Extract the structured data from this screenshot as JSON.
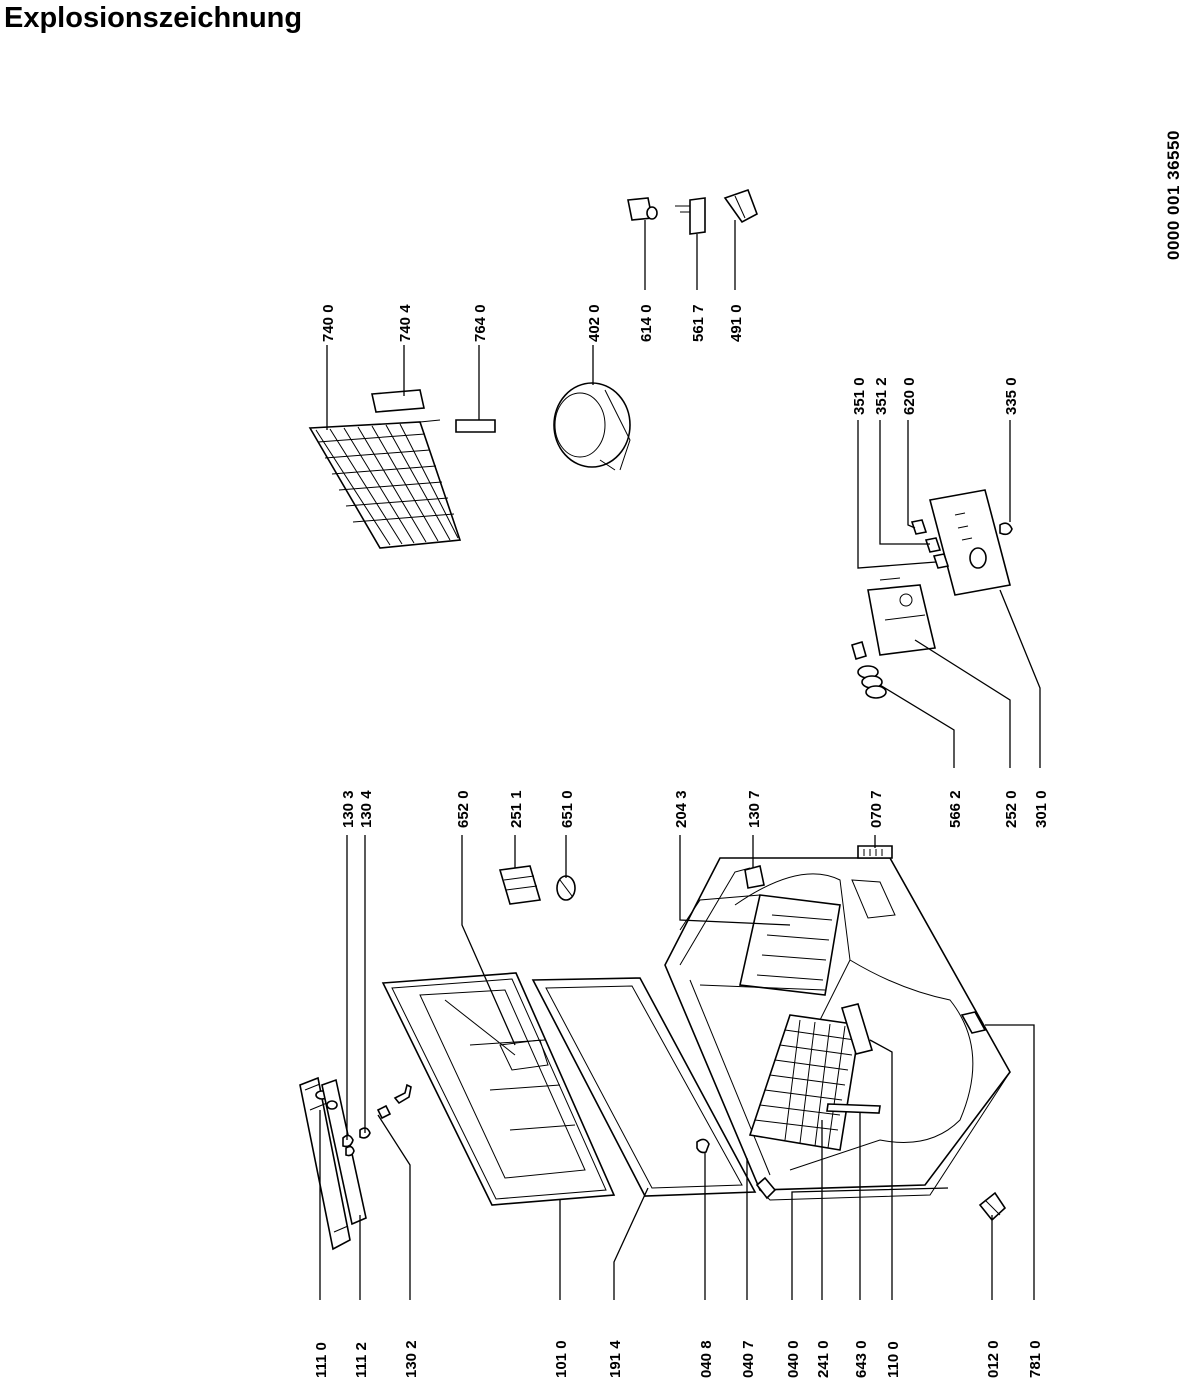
{
  "header": {
    "title": "Explosionszeichnung",
    "document_number": "0000 001 36550"
  },
  "parts": [
    {
      "id": "p-111-0",
      "label": "111 0"
    },
    {
      "id": "p-111-2",
      "label": "111 2"
    },
    {
      "id": "p-130-2",
      "label": "130 2"
    },
    {
      "id": "p-101-0",
      "label": "101 0"
    },
    {
      "id": "p-191-4",
      "label": "191 4"
    },
    {
      "id": "p-040-8",
      "label": "040 8"
    },
    {
      "id": "p-040-7",
      "label": "040 7"
    },
    {
      "id": "p-040-0",
      "label": "040 0"
    },
    {
      "id": "p-241-0",
      "label": "241 0"
    },
    {
      "id": "p-643-0",
      "label": "643 0"
    },
    {
      "id": "p-110-0",
      "label": "110 0"
    },
    {
      "id": "p-012-0",
      "label": "012 0"
    },
    {
      "id": "p-781-0",
      "label": "781 0"
    },
    {
      "id": "p-130-3",
      "label": "130 3"
    },
    {
      "id": "p-130-4",
      "label": "130 4"
    },
    {
      "id": "p-652-0",
      "label": "652 0"
    },
    {
      "id": "p-251-1",
      "label": "251 1"
    },
    {
      "id": "p-651-0",
      "label": "651 0"
    },
    {
      "id": "p-204-3",
      "label": "204 3"
    },
    {
      "id": "p-130-7",
      "label": "130 7"
    },
    {
      "id": "p-070-7",
      "label": "070 7"
    },
    {
      "id": "p-566-2",
      "label": "566 2"
    },
    {
      "id": "p-252-0",
      "label": "252 0"
    },
    {
      "id": "p-301-0",
      "label": "301 0"
    },
    {
      "id": "p-351-0",
      "label": "351 0"
    },
    {
      "id": "p-351-2",
      "label": "351 2"
    },
    {
      "id": "p-620-0",
      "label": "620 0"
    },
    {
      "id": "p-335-0",
      "label": "335 0"
    },
    {
      "id": "p-740-0",
      "label": "740 0"
    },
    {
      "id": "p-740-4",
      "label": "740 4"
    },
    {
      "id": "p-764-0",
      "label": "764 0"
    },
    {
      "id": "p-402-0",
      "label": "402 0"
    },
    {
      "id": "p-614-0",
      "label": "614 0"
    },
    {
      "id": "p-561-7",
      "label": "561 7"
    },
    {
      "id": "p-491-0",
      "label": "491 0"
    }
  ]
}
